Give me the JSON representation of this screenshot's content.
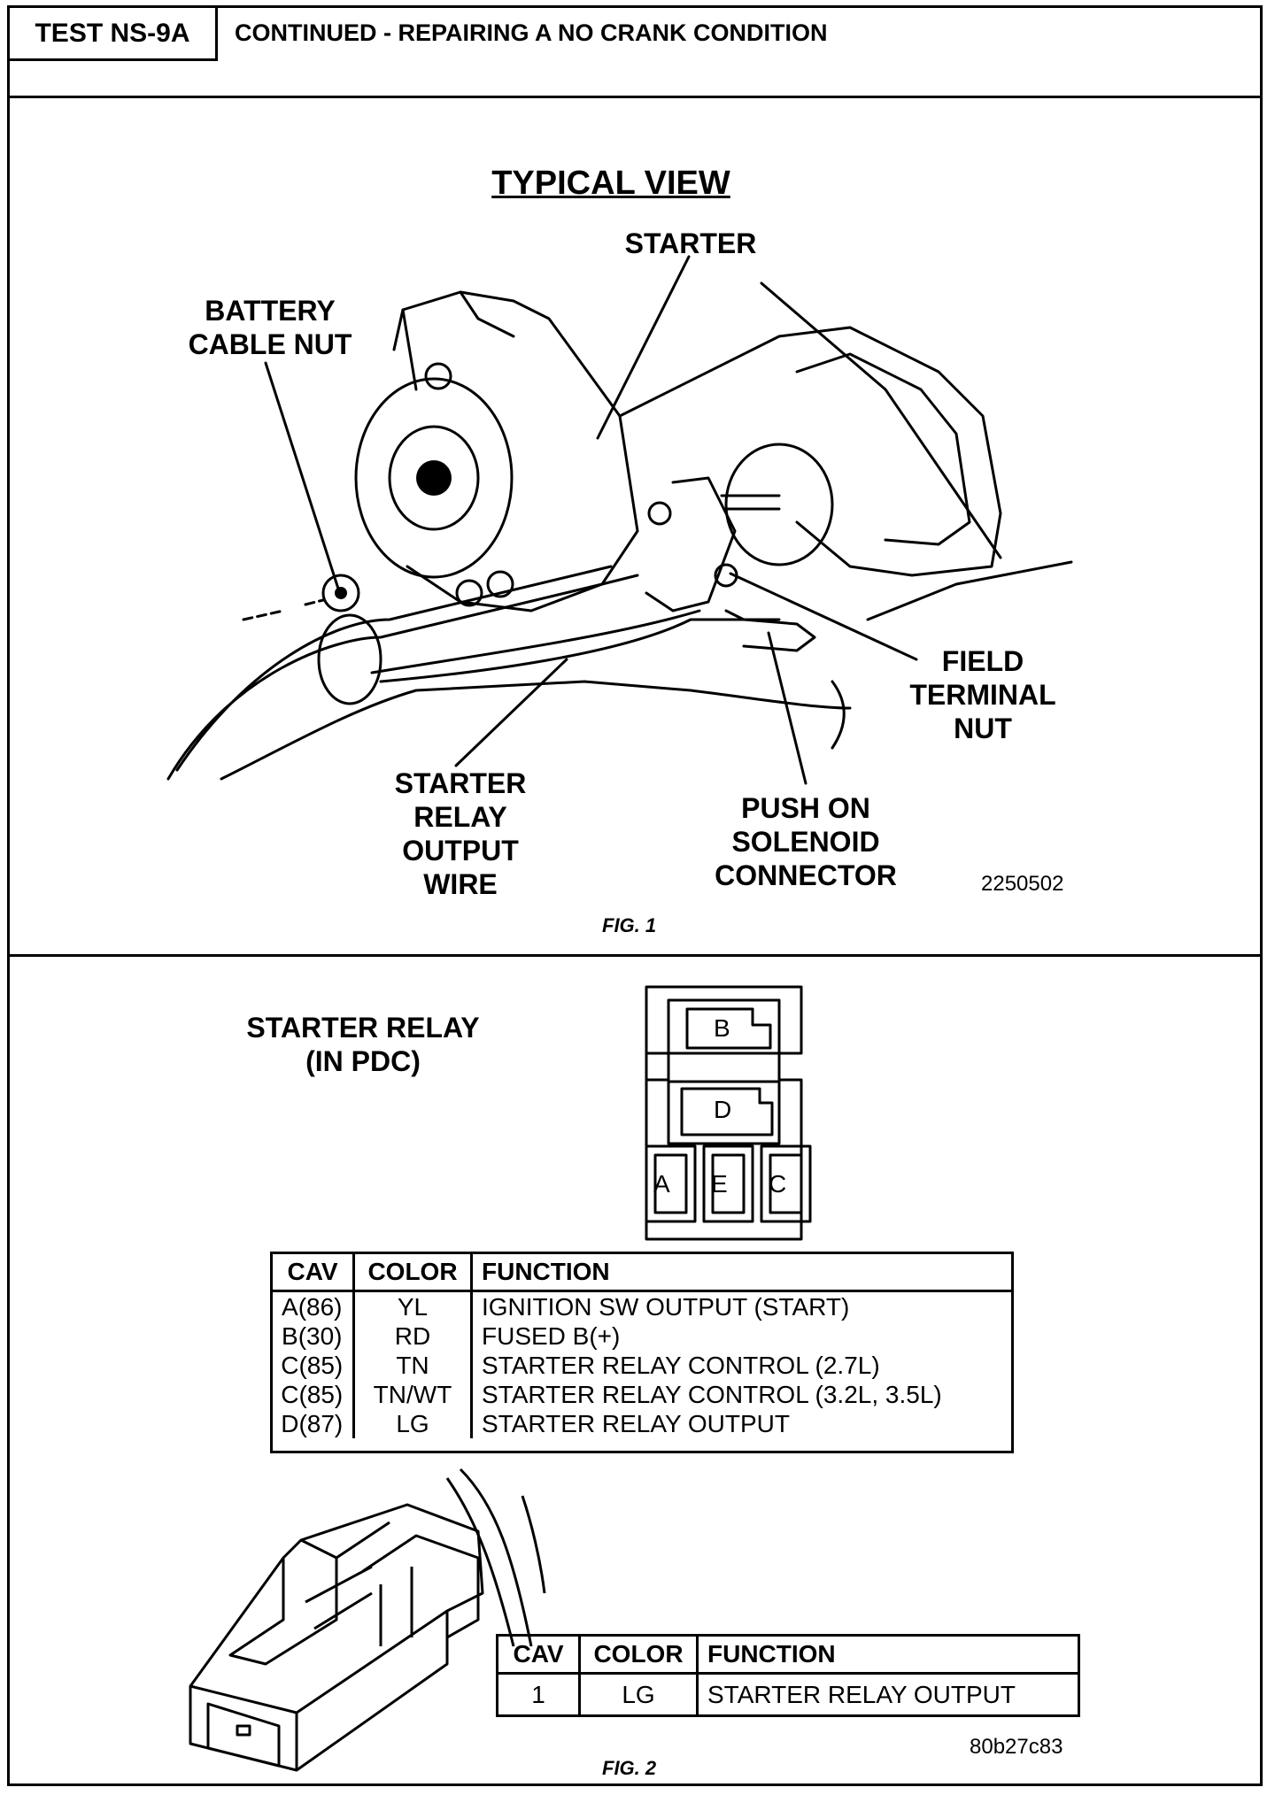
{
  "header": {
    "test_id": "TEST NS-9A",
    "title": "CONTINUED - REPAIRING A NO CRANK CONDITION"
  },
  "fig1": {
    "title": "TYPICAL VIEW",
    "labels": {
      "starter": "STARTER",
      "battery_cable_nut": "BATTERY\nCABLE NUT",
      "field_terminal_nut": "FIELD\nTERMINAL\nNUT",
      "starter_relay_output_wire": "STARTER\nRELAY\nOUTPUT\nWIRE",
      "push_on_solenoid_connector": "PUSH ON\nSOLENOID\nCONNECTOR"
    },
    "code": "2250502",
    "caption": "FIG. 1"
  },
  "fig2": {
    "relay_label": "STARTER RELAY\n(IN PDC)",
    "pins": {
      "b": "B",
      "d": "D",
      "a": "A",
      "e": "E",
      "c": "C"
    },
    "relay_table": {
      "headers": [
        "CAV",
        "COLOR",
        "FUNCTION"
      ],
      "rows": [
        [
          "A(86)",
          "YL",
          "IGNITION SW OUTPUT (START)"
        ],
        [
          "B(30)",
          "RD",
          "FUSED B(+)"
        ],
        [
          "C(85)",
          "TN",
          "STARTER RELAY CONTROL (2.7L)"
        ],
        [
          "C(85)",
          "TN/WT",
          "STARTER RELAY CONTROL (3.2L, 3.5L)"
        ],
        [
          "D(87)",
          "LG",
          "STARTER RELAY OUTPUT"
        ]
      ]
    },
    "connector_table": {
      "headers": [
        "CAV",
        "COLOR",
        "FUNCTION"
      ],
      "rows": [
        [
          "1",
          "LG",
          "STARTER RELAY OUTPUT"
        ]
      ]
    },
    "code": "80b27c83",
    "caption": "FIG. 2"
  }
}
